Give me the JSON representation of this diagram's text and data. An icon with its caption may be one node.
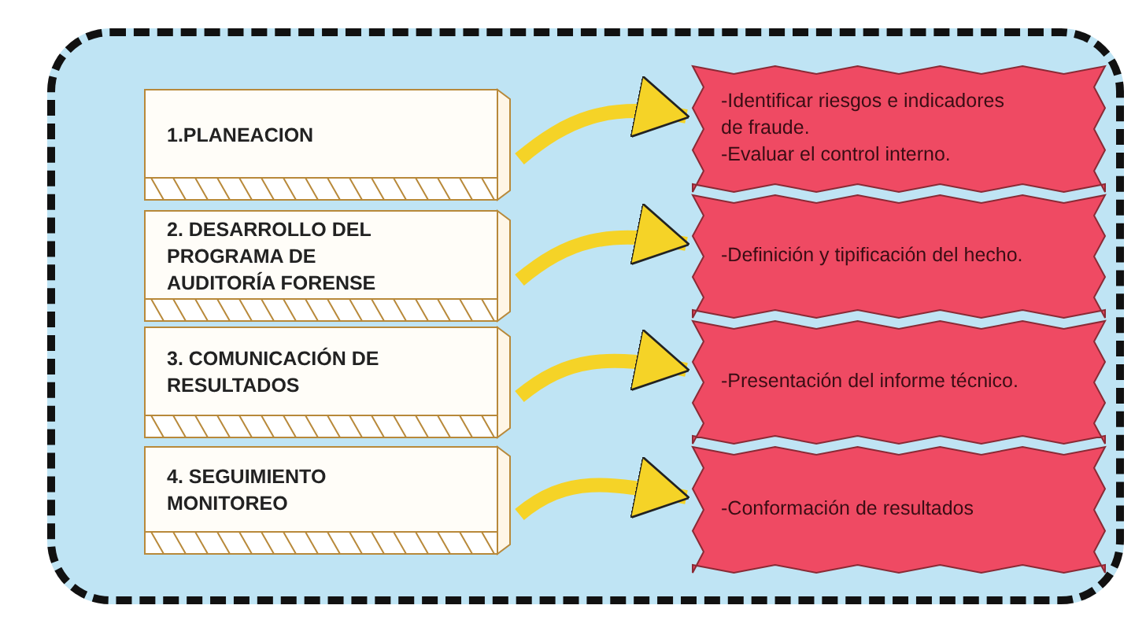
{
  "diagram": {
    "nodes": [
      {
        "text": [
          "1.PLANEACION"
        ]
      },
      {
        "text": [
          "2. DESARROLLO DEL PROGRAMA DE AUDITORÍA FORENSE"
        ]
      },
      {
        "text": [
          "3. COMUNICACIÓN DE RESULTADOS"
        ]
      },
      {
        "text": [
          "4. SEGUIMIENTO MONITOREO"
        ]
      },
      {
        "text": [
          "-Identificar riesgos e indicadores de fraude.",
          "-Evaluar el control interno."
        ]
      },
      {
        "text": [
          "-Definición y tipificación del hecho."
        ]
      },
      {
        "text": [
          "-Presentación del informe técnico."
        ]
      },
      {
        "text": [
          "-Conformación de resultados"
        ]
      }
    ],
    "edges": [
      {
        "from": 0,
        "to": 4,
        "arrow": "to"
      },
      {
        "from": 1,
        "to": 5,
        "arrow": "to"
      },
      {
        "from": 2,
        "to": 6,
        "arrow": "to"
      },
      {
        "from": 3,
        "to": 7,
        "arrow": "to"
      }
    ]
  }
}
